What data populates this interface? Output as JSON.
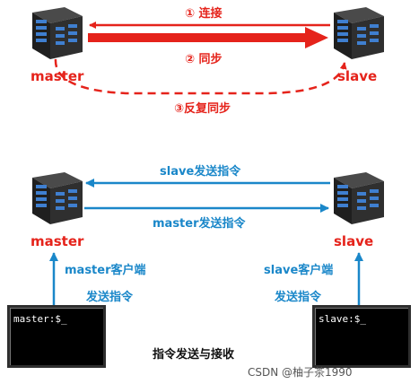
{
  "top": {
    "master_label": "master",
    "slave_label": "slave",
    "step1": "① 连接",
    "step2": "② 同步",
    "step3": "③反复同步"
  },
  "bottom": {
    "slave_send": "slave发送指令",
    "master_send": "master发送指令",
    "master_label": "master",
    "slave_label": "slave",
    "master_client": "master客户端",
    "master_client_send": "发送指令",
    "slave_client": "slave客户端",
    "slave_client_send": "发送指令",
    "master_prompt": "master:$_",
    "slave_prompt": "slave:$_",
    "caption": "指令发送与接收"
  },
  "watermark": "CSDN @柚子茶1990",
  "colors": {
    "red": "#e5231b",
    "blue": "#1a87c9",
    "server": "#2d2d2d",
    "disk": "#3f7fd0"
  }
}
